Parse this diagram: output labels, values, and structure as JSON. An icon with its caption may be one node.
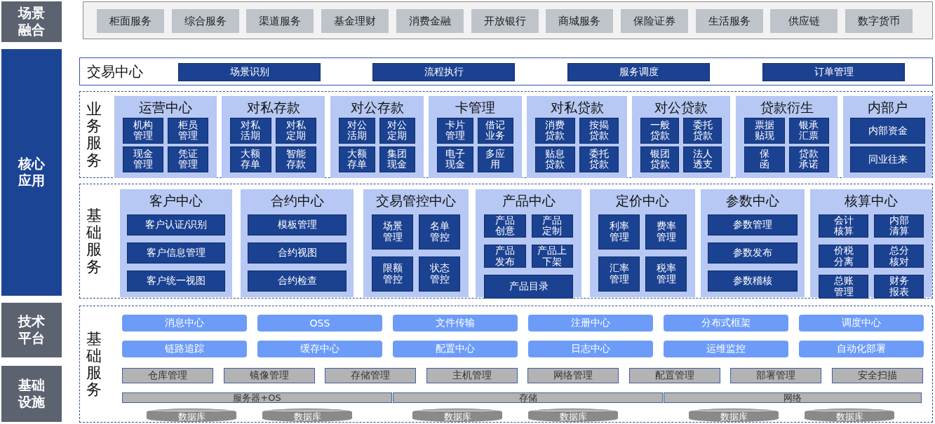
{
  "diagram": {
    "nodes": [
      {
        "text": [
          "场景融合"
        ]
      },
      {
        "text": [],
        "shape": "box"
      },
      {
        "text": [
          "柜面服务"
        ],
        "in": 1
      },
      {
        "text": [
          "综合服务"
        ],
        "in": 1
      },
      {
        "text": [
          "渠道服务"
        ],
        "in": 1
      },
      {
        "text": [
          "基金理财"
        ],
        "in": 1
      },
      {
        "text": [
          "消费金融"
        ],
        "in": 1
      },
      {
        "text": [
          "开放银行"
        ],
        "in": 1
      },
      {
        "text": [
          "商城服务"
        ],
        "in": 1
      },
      {
        "text": [
          "保险证券"
        ],
        "in": 1
      },
      {
        "text": [
          "生活服务"
        ],
        "in": 1
      },
      {
        "text": [
          "供应链"
        ],
        "in": 1
      },
      {
        "text": [
          "数字货币"
        ],
        "in": 1
      },
      {
        "text": [
          "核心应用"
        ]
      },
      {
        "text": [
          "交易中心"
        ]
      },
      {
        "text": [
          "场景识别"
        ],
        "in": 14
      },
      {
        "text": [
          "流程执行"
        ],
        "in": 14
      },
      {
        "text": [
          "服务调度"
        ],
        "in": 14
      },
      {
        "text": [
          "订单管理"
        ],
        "in": 14
      },
      {
        "text": [
          "业务服务"
        ]
      },
      {
        "text": [
          "运营中心"
        ],
        "in": 19
      },
      {
        "text": [
          "机构管理"
        ],
        "in": 20
      },
      {
        "text": [
          "柜员管理"
        ],
        "in": 20
      },
      {
        "text": [
          "现金管理"
        ],
        "in": 20
      },
      {
        "text": [
          "凭证管理"
        ],
        "in": 20
      },
      {
        "text": [
          "对私存款"
        ],
        "in": 19
      },
      {
        "text": [
          "对私活期"
        ],
        "in": 25
      },
      {
        "text": [
          "对私定期"
        ],
        "in": 25
      },
      {
        "text": [
          "大额存单"
        ],
        "in": 25
      },
      {
        "text": [
          "智能存款"
        ],
        "in": 25
      },
      {
        "text": [
          "对公存款"
        ],
        "in": 19
      },
      {
        "text": [
          "对公活期"
        ],
        "in": 30
      },
      {
        "text": [
          "对公定期"
        ],
        "in": 30
      },
      {
        "text": [
          "大额存单"
        ],
        "in": 30
      },
      {
        "text": [
          "集团现金"
        ],
        "in": 30
      },
      {
        "text": [
          "卡管理"
        ],
        "in": 19
      },
      {
        "text": [
          "卡片管理"
        ],
        "in": 35
      },
      {
        "text": [
          "借记业务"
        ],
        "in": 35
      },
      {
        "text": [
          "电子现金"
        ],
        "in": 35
      },
      {
        "text": [
          "多应用"
        ],
        "in": 35
      },
      {
        "text": [
          "对私贷款"
        ],
        "in": 19
      },
      {
        "text": [
          "消费贷款"
        ],
        "in": 40
      },
      {
        "text": [
          "按揭贷款"
        ],
        "in": 40
      },
      {
        "text": [
          "贴息贷款"
        ],
        "in": 40
      },
      {
        "text": [
          "委托贷款"
        ],
        "in": 40
      },
      {
        "text": [
          "对公贷款"
        ],
        "in": 19
      },
      {
        "text": [
          "一般贷款"
        ],
        "in": 45
      },
      {
        "text": [
          "委托贷款"
        ],
        "in": 45
      },
      {
        "text": [
          "银团贷款"
        ],
        "in": 45
      },
      {
        "text": [
          "法人透支"
        ],
        "in": 45
      },
      {
        "text": [
          "贷款衍生"
        ],
        "in": 19
      },
      {
        "text": [
          "票据贴现"
        ],
        "in": 50
      },
      {
        "text": [
          "银承汇票"
        ],
        "in": 50
      },
      {
        "text": [
          "保函"
        ],
        "in": 50
      },
      {
        "text": [
          "贷款承诺"
        ],
        "in": 50
      },
      {
        "text": [
          "内部户"
        ],
        "in": 19
      },
      {
        "text": [
          "内部资金"
        ],
        "in": 55
      },
      {
        "text": [
          "同业往来"
        ],
        "in": 55
      },
      {
        "text": [
          "基础服务"
        ]
      },
      {
        "text": [
          "客户中心"
        ],
        "in": 58
      },
      {
        "text": [
          "客户认证/识别"
        ],
        "in": 59
      },
      {
        "text": [
          "客户信息管理"
        ],
        "in": 59
      },
      {
        "text": [
          "客户统一视图"
        ],
        "in": 59
      },
      {
        "text": [
          "合约中心"
        ],
        "in": 58
      },
      {
        "text": [
          "模板管理"
        ],
        "in": 63
      },
      {
        "text": [
          "合约视图"
        ],
        "in": 63
      },
      {
        "text": [
          "合约检查"
        ],
        "in": 63
      },
      {
        "text": [
          "交易管控中心"
        ],
        "in": 58
      },
      {
        "text": [
          "场景管理"
        ],
        "in": 67
      },
      {
        "text": [
          "名单管控"
        ],
        "in": 67
      },
      {
        "text": [
          "限额管控"
        ],
        "in": 67
      },
      {
        "text": [
          "状态管控"
        ],
        "in": 67
      },
      {
        "text": [
          "产品中心"
        ],
        "in": 58
      },
      {
        "text": [
          "产品创意"
        ],
        "in": 72
      },
      {
        "text": [
          "产品定制"
        ],
        "in": 72
      },
      {
        "text": [
          "产品发布"
        ],
        "in": 72
      },
      {
        "text": [
          "产品上下架"
        ],
        "in": 72
      },
      {
        "text": [
          "产品目录"
        ],
        "in": 72
      },
      {
        "text": [
          "定价中心"
        ],
        "in": 58
      },
      {
        "text": [
          "利率管理"
        ],
        "in": 78
      },
      {
        "text": [
          "费率管理"
        ],
        "in": 78
      },
      {
        "text": [
          "汇率管理"
        ],
        "in": 78
      },
      {
        "text": [
          "税率管理"
        ],
        "in": 78
      },
      {
        "text": [
          "参数中心"
        ],
        "in": 58
      },
      {
        "text": [
          "参数管理"
        ],
        "in": 83
      },
      {
        "text": [
          "参数发布"
        ],
        "in": 83
      },
      {
        "text": [
          "参数稽核"
        ],
        "in": 83
      },
      {
        "text": [
          "核算中心"
        ],
        "in": 58
      },
      {
        "text": [
          "会计核算"
        ],
        "in": 87
      },
      {
        "text": [
          "内部清算"
        ],
        "in": 87
      },
      {
        "text": [
          "价税分离"
        ],
        "in": 87
      },
      {
        "text": [
          "总分核对"
        ],
        "in": 87
      },
      {
        "text": [
          "总账管理"
        ],
        "in": 87
      },
      {
        "text": [
          "财务报表"
        ],
        "in": 87
      },
      {
        "text": [
          "技术平台"
        ]
      },
      {
        "text": [
          "基础设施"
        ]
      },
      {
        "text": [
          "基础服务"
        ]
      },
      {
        "text": [
          "消息中心"
        ],
        "in": 96
      },
      {
        "text": [
          "OSS"
        ],
        "in": 96
      },
      {
        "text": [
          "文件传输"
        ],
        "in": 96
      },
      {
        "text": [
          "注册中心"
        ],
        "in": 96
      },
      {
        "text": [
          "分布式框架"
        ],
        "in": 96
      },
      {
        "text": [
          "调度中心"
        ],
        "in": 96
      },
      {
        "text": [
          "链路追踪"
        ],
        "in": 96
      },
      {
        "text": [
          "缓存中心"
        ],
        "in": 96
      },
      {
        "text": [
          "配置中心"
        ],
        "in": 96
      },
      {
        "text": [
          "日志中心"
        ],
        "in": 96
      },
      {
        "text": [
          "运维监控"
        ],
        "in": 96
      },
      {
        "text": [
          "自动化部署"
        ],
        "in": 96
      },
      {
        "text": [
          "仓库管理"
        ],
        "in": 96
      },
      {
        "text": [
          "镜像管理"
        ],
        "in": 96
      },
      {
        "text": [
          "存储管理"
        ],
        "in": 96
      },
      {
        "text": [
          "主机管理"
        ],
        "in": 96
      },
      {
        "text": [
          "网络管理"
        ],
        "in": 96
      },
      {
        "text": [
          "配置管理"
        ],
        "in": 96
      },
      {
        "text": [
          "部署管理"
        ],
        "in": 96
      },
      {
        "text": [
          "安全扫描"
        ],
        "in": 96
      },
      {
        "text": [
          "服务器+OS"
        ],
        "in": 96
      },
      {
        "text": [
          "存储"
        ],
        "in": 96
      },
      {
        "text": [
          "网络"
        ],
        "in": 96
      },
      {
        "text": [
          "数据库"
        ],
        "in": 96
      },
      {
        "text": [
          "数据库"
        ],
        "in": 96
      },
      {
        "text": [
          "数据库"
        ],
        "in": 96
      },
      {
        "text": [
          "数据库"
        ],
        "in": 96
      },
      {
        "text": [
          "数据库"
        ],
        "in": 96
      },
      {
        "text": [
          "数据库"
        ],
        "in": 96
      }
    ],
    "edges": []
  }
}
